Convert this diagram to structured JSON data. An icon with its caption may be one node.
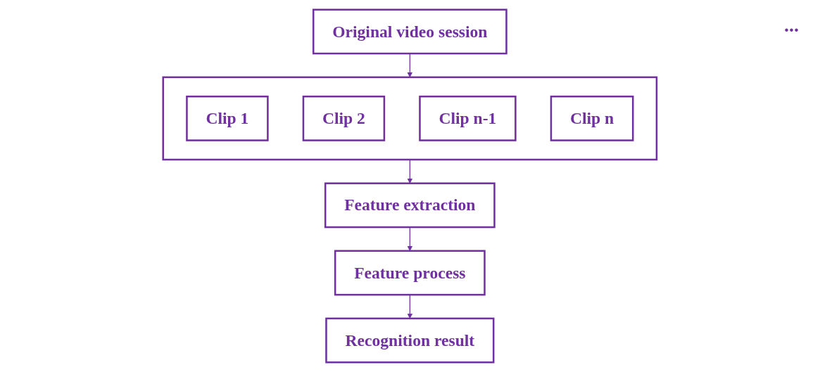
{
  "diagram": {
    "nodes": [
      {
        "text": [
          "Original video session"
        ]
      },
      {
        "text": [],
        "shape": "box"
      },
      {
        "text": [
          "Clip 1"
        ],
        "in": 1
      },
      {
        "text": [
          "Clip 2"
        ],
        "in": 1
      },
      {
        "text": [
          "Clip n-1"
        ],
        "in": 1
      },
      {
        "text": [
          "Clip n"
        ],
        "in": 1
      },
      {
        "text": [
          "Feature extraction"
        ]
      },
      {
        "text": [
          "Feature process"
        ]
      },
      {
        "text": [
          "Recognition result"
        ]
      }
    ],
    "edges": [
      {
        "from": 0,
        "to": 1,
        "arrow": "to"
      },
      {
        "from": 1,
        "to": 6,
        "arrow": "to"
      },
      {
        "from": 6,
        "to": 7,
        "arrow": "to"
      },
      {
        "from": 7,
        "to": 8,
        "arrow": "to"
      }
    ],
    "labels": [
      "..."
    ]
  }
}
